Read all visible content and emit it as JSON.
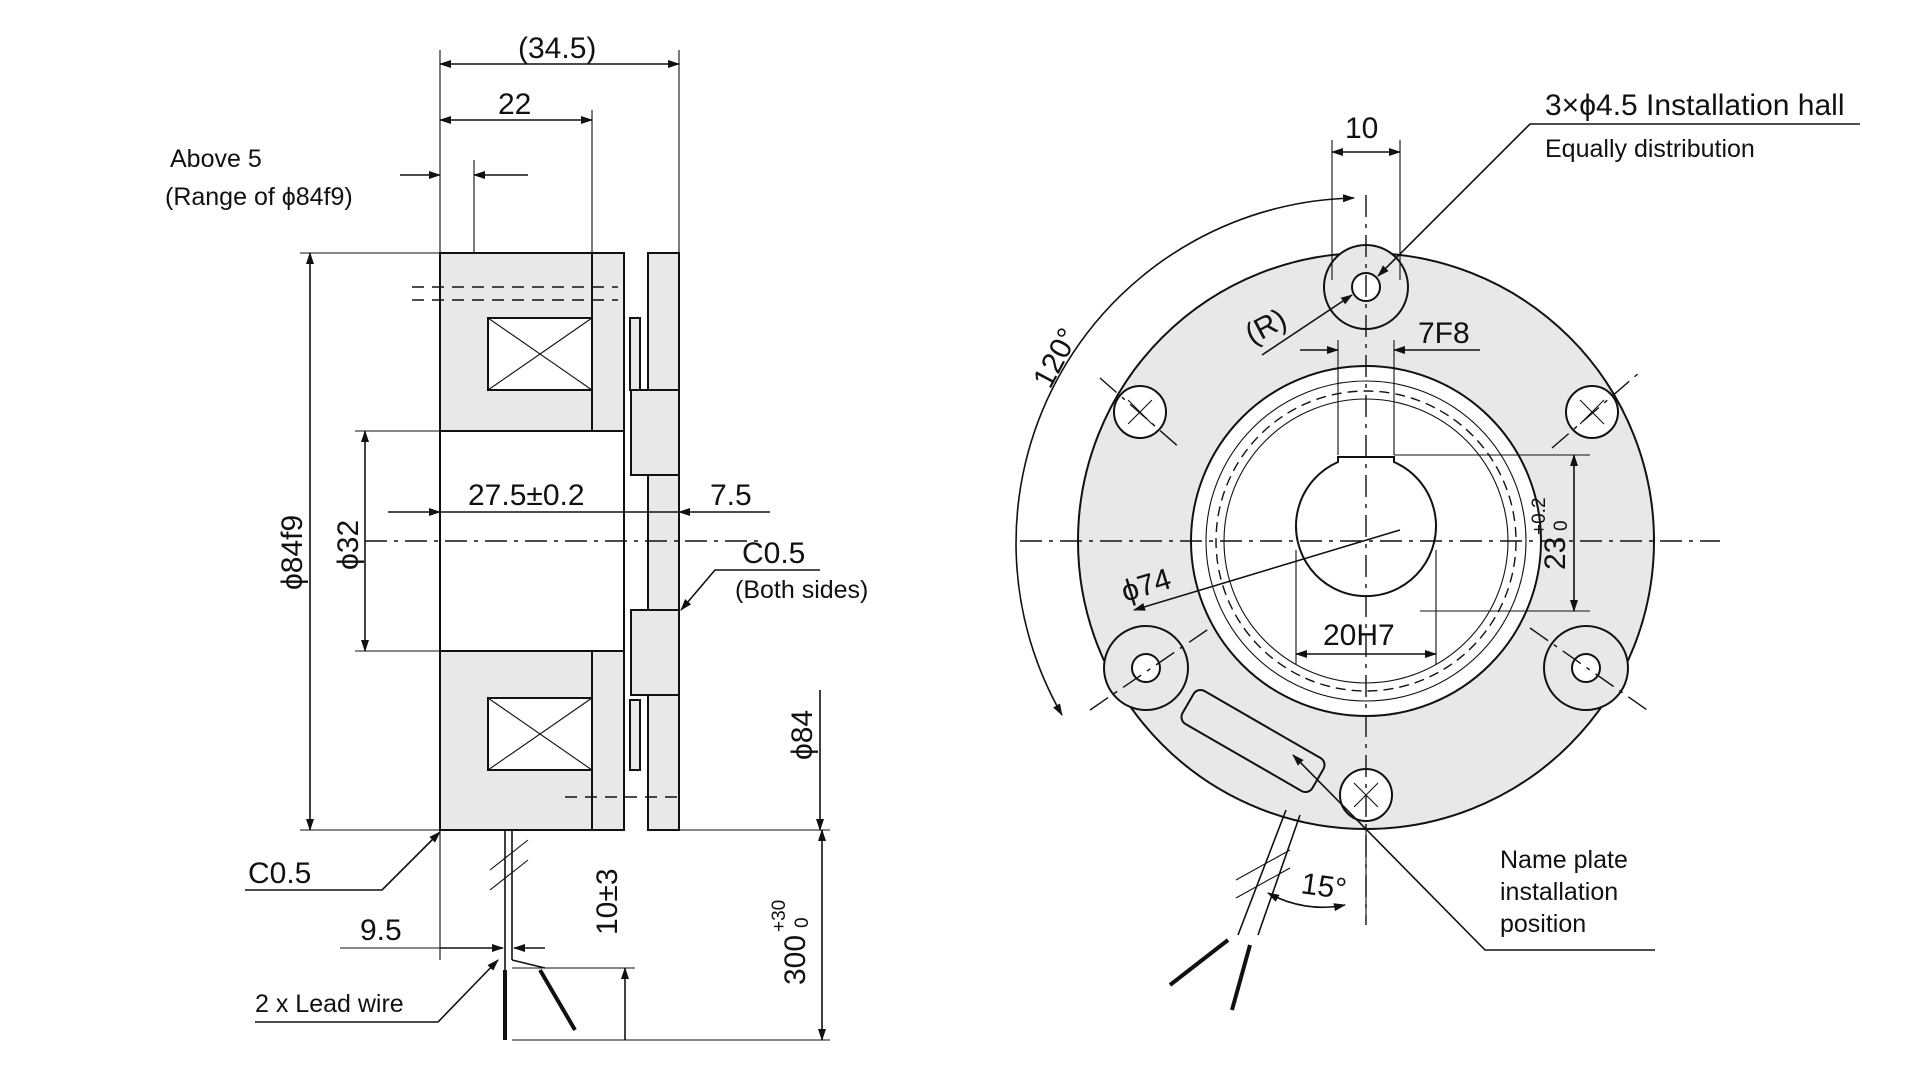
{
  "side_view": {
    "dims": {
      "overall_length": "(34.5)",
      "body_length": "22",
      "above_5": "Above 5",
      "range_note": "(Range of ϕ84f9)",
      "dia_84f9": "ϕ84f9",
      "dia_32": "ϕ32",
      "len_27_5": "27.5±0.2",
      "len_7_5": "7.5",
      "chamfer_both": "C0.5",
      "both_sides": "(Both sides)",
      "dia_84": "ϕ84",
      "chamfer_bottom": "C0.5",
      "lead_len_10": "10±3",
      "lead_len_300": "300",
      "lead_tol_upper": "+30",
      "lead_tol_lower": "0",
      "offset_9_5": "9.5",
      "lead_wire": "2 x Lead wire"
    }
  },
  "front_view": {
    "dims": {
      "hole_spacing_10": "10",
      "holes_note": "3×ϕ4.5 Installation hall",
      "holes_note2": "Equally distribution",
      "radius": "(R)",
      "keyway": "7F8",
      "angle_120": "120°",
      "height_23": "23",
      "height_tol_upper": "+0.2",
      "height_tol_lower": "0",
      "dia_74": "ϕ74",
      "bore_20h7": "20H7",
      "angle_15": "15°",
      "nameplate_1": "Name plate",
      "nameplate_2": "installation",
      "nameplate_3": "position"
    }
  }
}
